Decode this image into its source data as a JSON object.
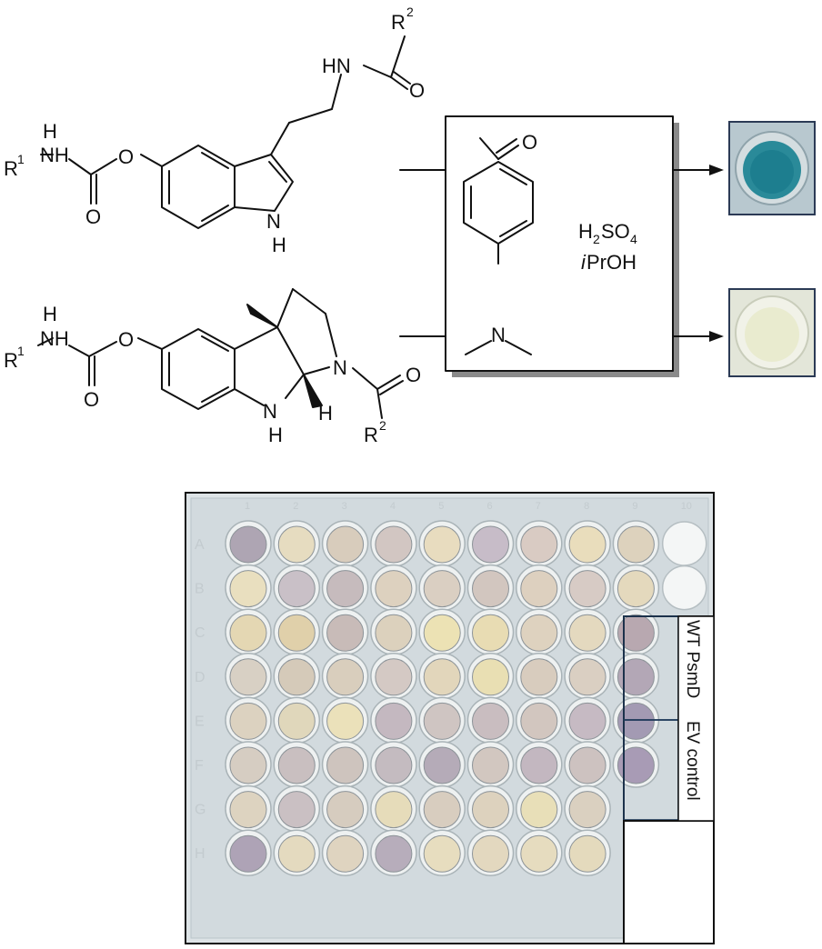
{
  "scheme": {
    "carbamate_top": {
      "nh_left": "NH",
      "r_left": "R",
      "r_left_sup": "1",
      "o_ester": "O",
      "o_carbonyl": "O",
      "amide_nh": "HN",
      "r_right": "R",
      "r_right_sup": "2",
      "o_amide": "O",
      "indole_n": "N",
      "indole_h": "H"
    },
    "carbamate_bottom": {
      "nh_left": "NH",
      "r_left": "R",
      "r_left_sup": "1",
      "o_ester": "O",
      "o_carbonyl": "O",
      "ring_n": "N",
      "nh_h": "N",
      "nh_hh": "H",
      "stereo_h": "H",
      "o_amide": "O",
      "r_right": "R",
      "r_right_sup": "2"
    },
    "reagent_box": {
      "aldehyde_o": "O",
      "amine_n": "N",
      "acid": "H",
      "acid_sub": "2",
      "acid_rest": "SO",
      "acid_sub2": "4",
      "solvent_i": "i",
      "solvent_rest": "PrOH"
    },
    "results": [
      {
        "name": "positive-well",
        "color": "#1d7e8f"
      },
      {
        "name": "negative-well",
        "color": "#e9ebcf"
      }
    ]
  },
  "plate": {
    "row_letters": [
      "A",
      "B",
      "C",
      "D",
      "E",
      "F",
      "G",
      "H"
    ],
    "col_numbers": [
      "1",
      "2",
      "3",
      "4",
      "5",
      "6",
      "7",
      "8",
      "9",
      "10"
    ],
    "wells": [
      [
        "#aea5b3",
        "#e6dcc0",
        "#d8ccbc",
        "#d2c6c2",
        "#e8dcbf",
        "#c7bcc8",
        "#d9cbc3",
        "#e9ddbc",
        "#ddd2bd"
      ],
      [
        "#e9dfbf",
        "#c9c0c7",
        "#c6bbbd",
        "#ddd1bf",
        "#dacfc2",
        "#d2c6bf",
        "#ddd0bf",
        "#d7cbc5",
        "#e4d9bd"
      ],
      [
        "#e4d7b3",
        "#e0d0aa",
        "#c8bbb8",
        "#dcd1bd",
        "#ece2b4",
        "#e8dcb3",
        "#ded2bf",
        "#e4d9bf",
        "#b8a8b0"
      ],
      [
        "#d8d0c4",
        "#d5cab9",
        "#d9cebd",
        "#d4c9c4",
        "#e2d6bb",
        "#e9dfb3",
        "#d8ccbe",
        "#dacfc2",
        "#b3a7b6"
      ],
      [
        "#dcd2c0",
        "#e0d7bb",
        "#ebe1ba",
        "#c4b8c0",
        "#cfc5c2",
        "#c9bdc0",
        "#d2c6bf",
        "#c6bac3",
        "#a39ab3"
      ],
      [
        "#d6cdc2",
        "#c9bfc0",
        "#cec4be",
        "#c4bbc0",
        "#b5abb8",
        "#d2c7c0",
        "#c3b7c0",
        "#cdc2c0",
        "#a89bb5"
      ],
      [
        "#ddd3c0",
        "#cac0c3",
        "#d6ccbf",
        "#e6dcba",
        "#d8cdbf",
        "#ddd2be",
        "#e8dfb8",
        "#dad0c0"
      ],
      [
        "#aea3b6",
        "#e4dabf",
        "#dfd4c0",
        "#b7adbb",
        "#e7ddbf",
        "#e3d8bf",
        "#e6dcbf",
        "#e4dabd"
      ]
    ],
    "labels": {
      "wt": "WT PsmD",
      "ev": "EV control"
    }
  }
}
